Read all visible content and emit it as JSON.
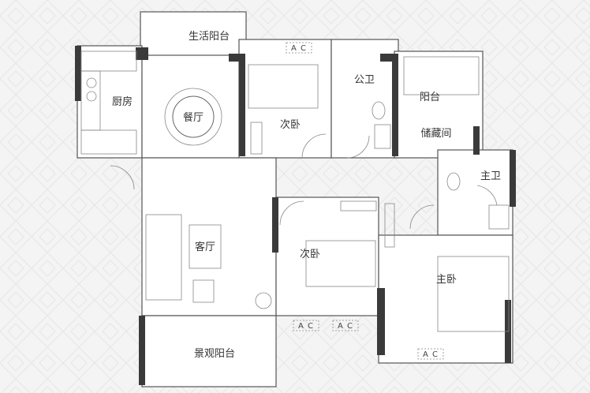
{
  "rooms": {
    "utility_balcony": "生活阳台",
    "kitchen": "厨房",
    "dining": "餐厅",
    "bedroom_2a": "次卧",
    "public_bath": "公卫",
    "balcony": "阳台",
    "storage": "储藏间",
    "master_bath": "主卫",
    "living": "客厅",
    "bedroom_2b": "次卧",
    "master_bedroom": "主卧",
    "view_balcony": "景观阳台"
  },
  "ac_labels": [
    "A C",
    "A C",
    "A C",
    "A C"
  ],
  "colors": {
    "wall": "#3a3a3a",
    "background": "#f4f4f4"
  }
}
